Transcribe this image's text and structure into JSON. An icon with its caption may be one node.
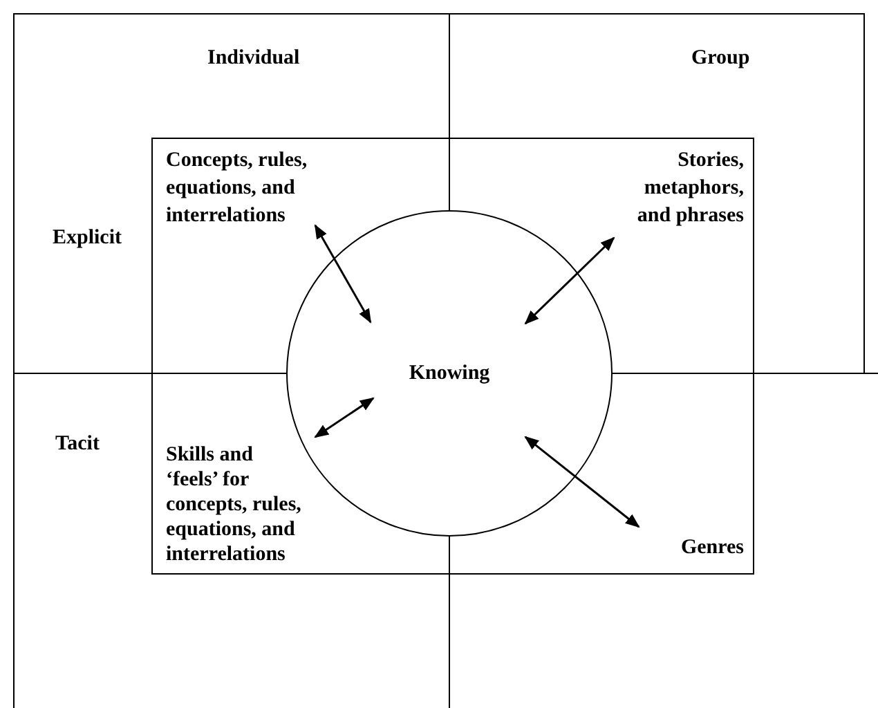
{
  "diagram": {
    "nodes": [
      {
        "text": [
          "Concepts, rules, equations, and interrelations"
        ]
      },
      {
        "text": [
          "Stories, metaphors, and phrases"
        ]
      },
      {
        "text": [
          "Knowing"
        ]
      },
      {
        "text": [
          "Skills and ‘feels’ for concepts, rules, equations, and interrelations"
        ]
      },
      {
        "text": [
          "Genres"
        ]
      }
    ],
    "edges": [
      {
        "from": 0,
        "to": 2,
        "arrow": "both"
      },
      {
        "from": 1,
        "to": 2,
        "arrow": "both"
      },
      {
        "from": 3,
        "to": 2,
        "arrow": "both"
      },
      {
        "from": 4,
        "to": 2,
        "arrow": "both"
      }
    ],
    "labels": [
      "Individual",
      "Group",
      "Explicit",
      "Tacit"
    ]
  }
}
